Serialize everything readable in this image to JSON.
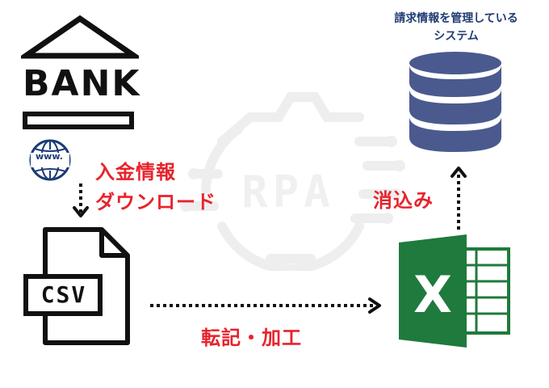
{
  "bank": {
    "label": "BANK"
  },
  "web": {
    "label": "www."
  },
  "file": {
    "label": "CSV"
  },
  "system": {
    "label_line1": "請求情報を管理している",
    "label_line2": "システム"
  },
  "watermark": {
    "label": "RPA"
  },
  "steps": {
    "download_line1": "入金情報",
    "download_line2": "ダウンロード",
    "transfer": "転記・加工",
    "reconcile": "消込み"
  },
  "colors": {
    "accent_red": "#e8232b",
    "db_navy": "#4a5a8e",
    "excel_green": "#1f7a3d",
    "watermark_gray": "#eeeeee"
  }
}
